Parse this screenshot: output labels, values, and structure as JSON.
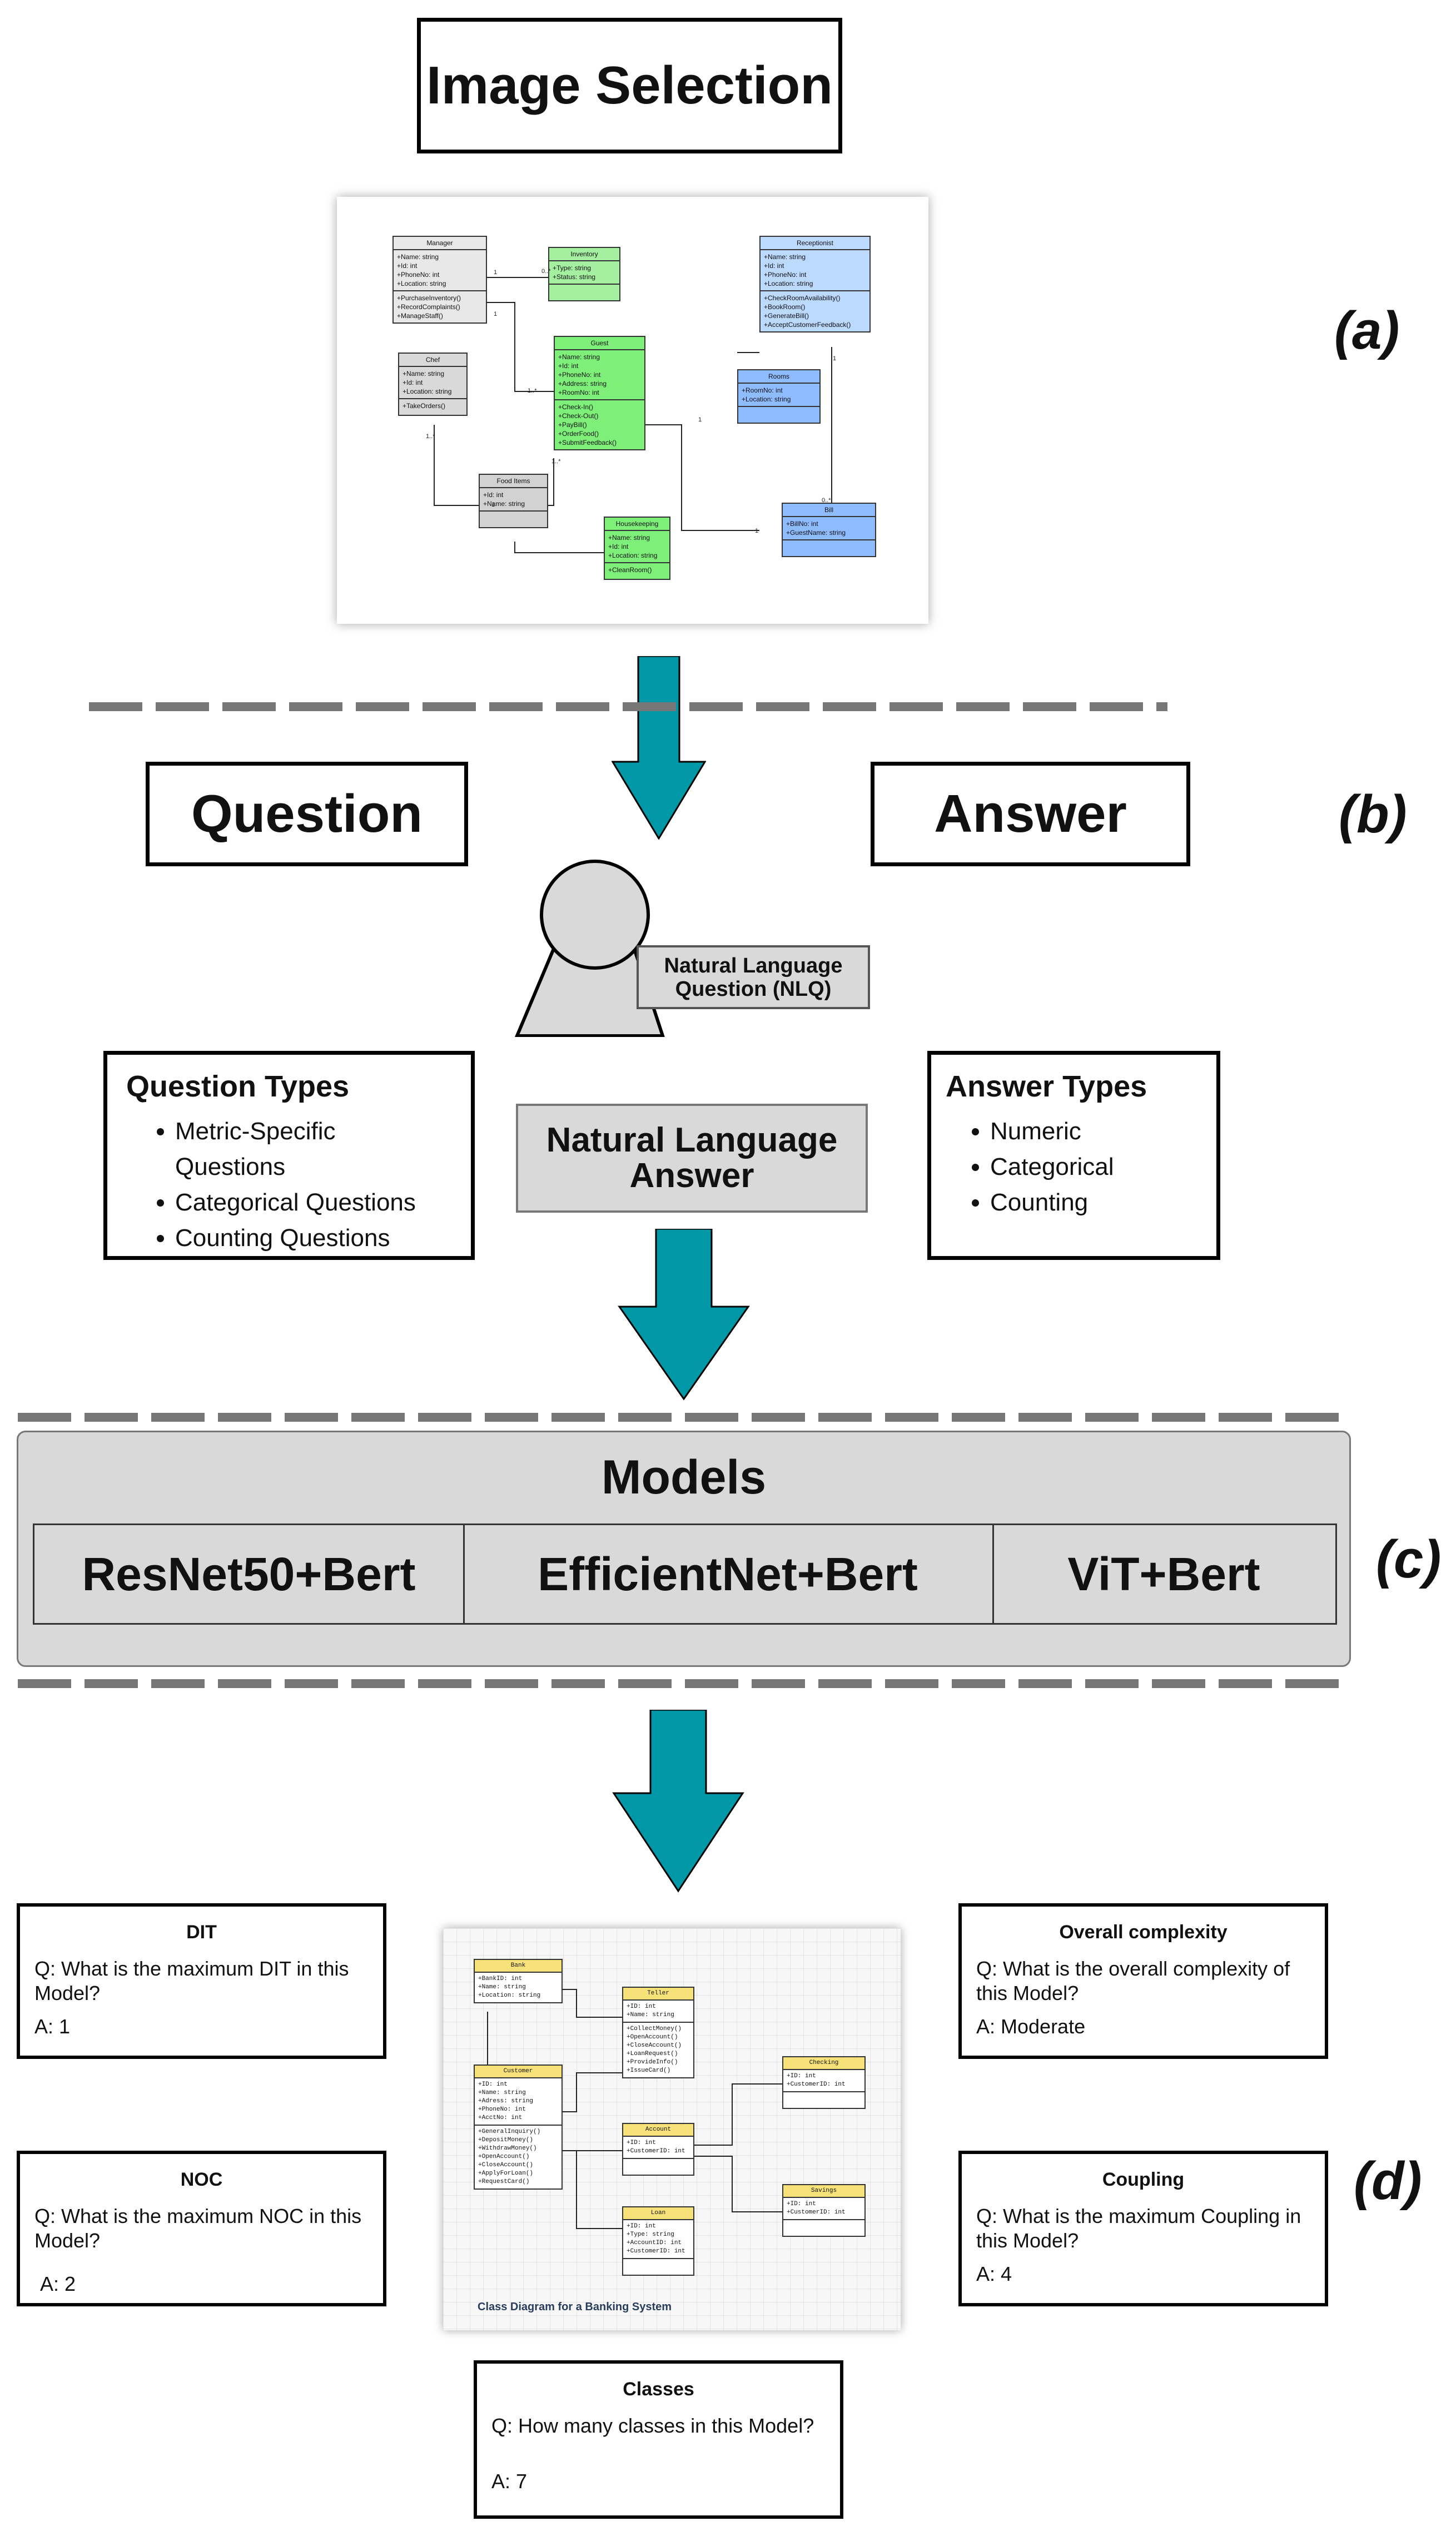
{
  "panels": {
    "a": "(a)",
    "b": "(b)",
    "c": "(c)",
    "d": "(d)"
  },
  "image_selection": {
    "title": "Image Selection"
  },
  "hotel_diagram": {
    "classes": [
      {
        "name": "Manager",
        "attrs": [
          "+Name: string",
          "+Id: int",
          "+PhoneNo: int",
          "+Location: string"
        ],
        "methods": [
          "+PurchaseInventory()",
          "+RecordComplaints()",
          "+ManageStaff()"
        ]
      },
      {
        "name": "Inventory",
        "attrs": [
          "+Type: string",
          "+Status: string"
        ],
        "methods": [
          ""
        ]
      },
      {
        "name": "Receptionist",
        "attrs": [
          "+Name: string",
          "+Id: int",
          "+PhoneNo: int",
          "+Location: string"
        ],
        "methods": [
          "+CheckRoomAvailability()",
          "+BookRoom()",
          "+GenerateBill()",
          "+AcceptCustomerFeedback()"
        ]
      },
      {
        "name": "Chef",
        "attrs": [
          "+Name: string",
          "+Id: int",
          "+Location: string"
        ],
        "methods": [
          "+TakeOrders()"
        ]
      },
      {
        "name": "Guest",
        "attrs": [
          "+Name: string",
          "+Id: int",
          "+PhoneNo: int",
          "+Address: string",
          "+RoomNo: int"
        ],
        "methods": [
          "+Check-In()",
          "+Check-Out()",
          "+PayBill()",
          "+OrderFood()",
          "+SubmitFeedback()"
        ]
      },
      {
        "name": "Rooms",
        "attrs": [
          "+RoomNo: int",
          "+Location: string"
        ],
        "methods": [
          ""
        ]
      },
      {
        "name": "Food Items",
        "attrs": [
          "+Id: int",
          "+Name: string"
        ],
        "methods": [
          ""
        ]
      },
      {
        "name": "Housekeeping",
        "attrs": [
          "+Name: string",
          "+Id: int",
          "+Location: string"
        ],
        "methods": [
          "+CleanRoom()"
        ]
      },
      {
        "name": "Bill",
        "attrs": [
          "+BillNo: int",
          "+GuestName: string"
        ],
        "methods": [
          ""
        ]
      }
    ],
    "multiplicities": [
      "1",
      "0..*",
      "1",
      "1..*",
      "1..*",
      "1",
      "1",
      "1",
      "0..*",
      "1",
      "1..*"
    ]
  },
  "qa_section": {
    "question_title": "Question",
    "answer_title": "Answer",
    "nlq_label": "Natural Language Question (NLQ)",
    "nla_label": "Natural Language Answer",
    "question_types": {
      "heading": "Question Types",
      "items": [
        "Metric-Specific Questions",
        "Categorical Questions",
        "Counting Questions"
      ]
    },
    "answer_types": {
      "heading": "Answer Types",
      "items": [
        "Numeric",
        "Categorical",
        "Counting"
      ]
    }
  },
  "models": {
    "title": "Models",
    "items": [
      "ResNet50+Bert",
      "EfficientNet+Bert",
      "ViT+Bert"
    ]
  },
  "examples": [
    {
      "heading": "DIT",
      "q": "Q: What is the maximum DIT in this Model?",
      "a": "A: 1"
    },
    {
      "heading": "NOC",
      "q": "Q: What is the maximum NOC in this Model?",
      "a": "A: 2"
    },
    {
      "heading": "Overall complexity",
      "q": "Q: What is the overall complexity of this Model?",
      "a": "A: Moderate"
    },
    {
      "heading": "Coupling",
      "q": "Q: What is the maximum Coupling in this Model?",
      "a": "A: 4"
    },
    {
      "heading": "Classes",
      "q": "Q: How many classes in this Model?",
      "a": "A: 7"
    }
  ],
  "bank_diagram": {
    "caption": "Class Diagram for a Banking System",
    "classes": [
      {
        "name": "Bank",
        "attrs": [
          "+BankID: int",
          "+Name: string",
          "+Location: string"
        ],
        "methods": []
      },
      {
        "name": "Teller",
        "attrs": [
          "+ID: int",
          "+Name: string"
        ],
        "methods": [
          "+CollectMoney()",
          "+OpenAccount()",
          "+CloseAccount()",
          "+LoanRequest()",
          "+ProvideInfo()",
          "+IssueCard()"
        ]
      },
      {
        "name": "Customer",
        "attrs": [
          "+ID: int",
          "+Name: string",
          "+Adress: string",
          "+PhoneNo: int",
          "+AcctNo: int"
        ],
        "methods": [
          "+GeneralInquiry()",
          "+DepositMoney()",
          "+WithdrawMoney()",
          "+OpenAccount()",
          "+CloseAccount()",
          "+ApplyForLoan()",
          "+RequestCard()"
        ]
      },
      {
        "name": "Account",
        "attrs": [
          "+ID: int",
          "+CustomerID: int"
        ],
        "methods": [
          ""
        ]
      },
      {
        "name": "Checking",
        "attrs": [
          "+ID: int",
          "+CustomerID: int"
        ],
        "methods": [
          ""
        ]
      },
      {
        "name": "Savings",
        "attrs": [
          "+ID: int",
          "+CustomerID: int"
        ],
        "methods": [
          ""
        ]
      },
      {
        "name": "Loan",
        "attrs": [
          "+ID: int",
          "+Type: string",
          "+AccountID: int",
          "+CustomerID: int"
        ],
        "methods": [
          ""
        ]
      }
    ]
  }
}
